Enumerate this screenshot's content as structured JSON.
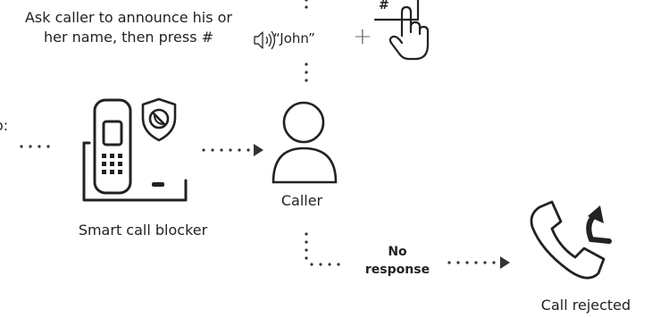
{
  "instruction": "Ask caller to announce his or her name, then press #",
  "left_cut_text": "o:",
  "utterance": "“John”",
  "plus": "+",
  "key": "#",
  "device_label": "Smart call blocker",
  "caller_label": "Caller",
  "no_response": [
    "No",
    "response"
  ],
  "result_label": "Call rejected",
  "icons": [
    "speaker-icon",
    "hand-press-icon",
    "cordless-phone-icon",
    "shield-block-icon",
    "person-icon",
    "handset-reject-icon"
  ],
  "colors": {
    "ink": "#222222",
    "line": "#333333",
    "plus": "#666666"
  }
}
